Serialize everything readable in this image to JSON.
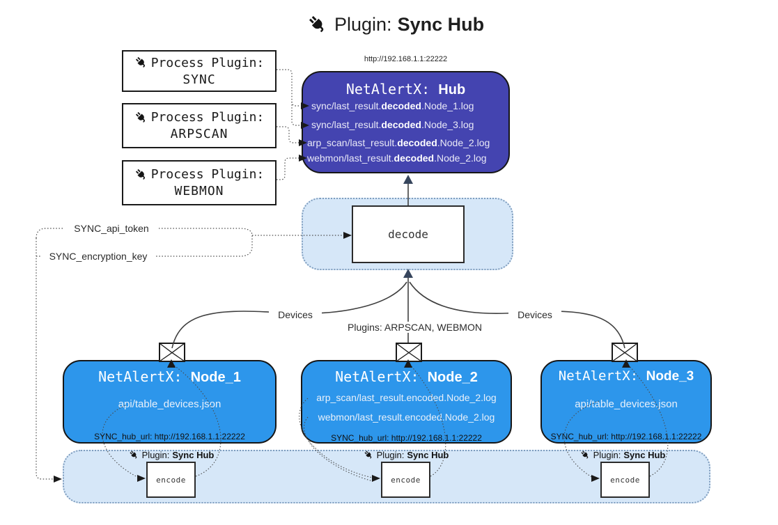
{
  "title": {
    "prefix": "Plugin:",
    "name": "Sync Hub"
  },
  "process_plugins": [
    {
      "label": "Process Plugin:",
      "name": "SYNC"
    },
    {
      "label": "Process Plugin:",
      "name": "ARPSCAN"
    },
    {
      "label": "Process Plugin:",
      "name": "WEBMON"
    }
  ],
  "hub": {
    "url": "http://192.168.1.1:22222",
    "title_prefix": "NetAlertX:",
    "title_name": "Hub",
    "logs": [
      {
        "pre": "sync/last_result.",
        "bold": "decoded",
        "post": ".Node_1.log"
      },
      {
        "pre": "sync/last_result.",
        "bold": "decoded",
        "post": ".Node_3.log"
      },
      {
        "pre": "arp_scan/last_result.",
        "bold": "decoded",
        "post": ".Node_2.log"
      },
      {
        "pre": "webmon/last_result.",
        "bold": "decoded",
        "post": ".Node_2.log"
      }
    ]
  },
  "decode": {
    "label": "decode"
  },
  "secrets": {
    "api_token": "SYNC_api_token",
    "encryption_key": "SYNC_encryption_key"
  },
  "edges": {
    "devices_left": "Devices",
    "plugins_center": "Plugins: ARPSCAN, WEBMON",
    "devices_right": "Devices"
  },
  "nodes": [
    {
      "title_prefix": "NetAlertX:",
      "title_name": "Node_1",
      "line1": "api/table_devices.json",
      "hub_url": "SYNC_hub_url: http://192.168.1.1:22222"
    },
    {
      "title_prefix": "NetAlertX:",
      "title_name": "Node_2",
      "line1": "arp_scan/last_result.encoded.Node_2.log",
      "line2": "webmon/last_result.encoded.Node_2.log",
      "hub_url": "SYNC_hub_url: http://192.168.1.1:22222"
    },
    {
      "title_prefix": "NetAlertX:",
      "title_name": "Node_3",
      "line1": "api/table_devices.json",
      "hub_url": "SYNC_hub_url: http://192.168.1.1:22222"
    }
  ],
  "sync_sections": [
    {
      "label_prefix": "Plugin:",
      "label_name": "Sync Hub",
      "encode": "encode"
    },
    {
      "label_prefix": "Plugin:",
      "label_name": "Sync Hub",
      "encode": "encode"
    },
    {
      "label_prefix": "Plugin:",
      "label_name": "Sync Hub",
      "encode": "encode"
    }
  ],
  "icons": {
    "plug": "plug-icon",
    "envelope": "envelope-icon"
  },
  "colors": {
    "hub_fill": "#4444B0",
    "node_fill": "#2D96EB",
    "panel_fill": "#D6E7F8",
    "panel_border": "#7F9DBE",
    "edge": "#3F3F3F",
    "arrow_dark": "#36455C"
  }
}
